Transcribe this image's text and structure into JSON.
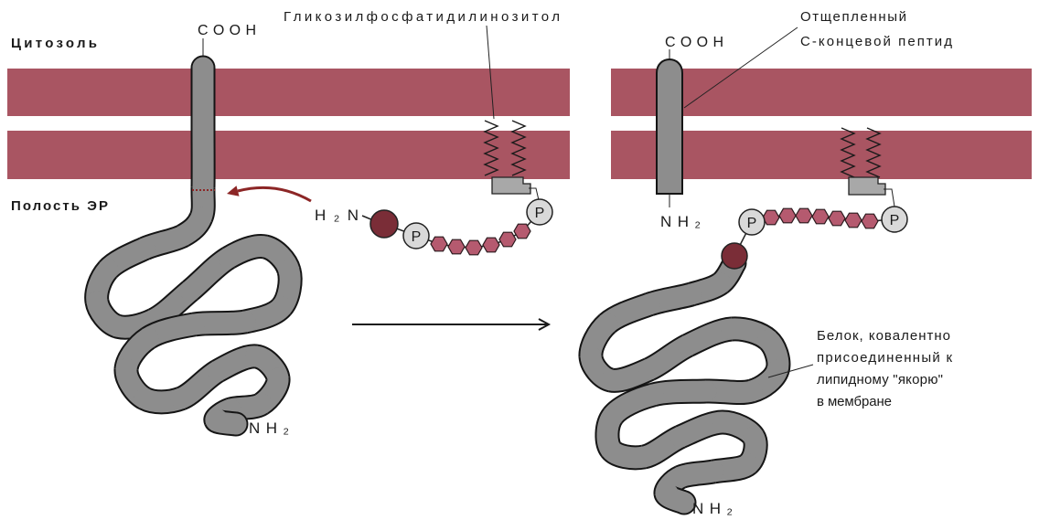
{
  "labels": {
    "cytosol": "Цитозоль",
    "er_lumen": "Полость ЭР",
    "gpi": "Гликозилфосфатидилинозитол",
    "cooh": "COOH",
    "h2n": "H₂N",
    "nh2": "NH₂",
    "phosphate": "P",
    "cleaved_peptide": [
      "Отщепленный",
      "С-концевой пептид"
    ],
    "anchored_protein": [
      "Белок, ковалентно",
      "присоединенный к",
      "липидному \"якорю\"",
      "в мембране"
    ]
  },
  "colors": {
    "membrane": "#a95562",
    "protein": "#8d8d8d",
    "glycan": "#b55a6f",
    "phosphate": "#d9d9d9",
    "ethanolamine": "#7a2d37",
    "lipid_block": "#a8a8a8",
    "arrow_red": "#8c2626"
  }
}
